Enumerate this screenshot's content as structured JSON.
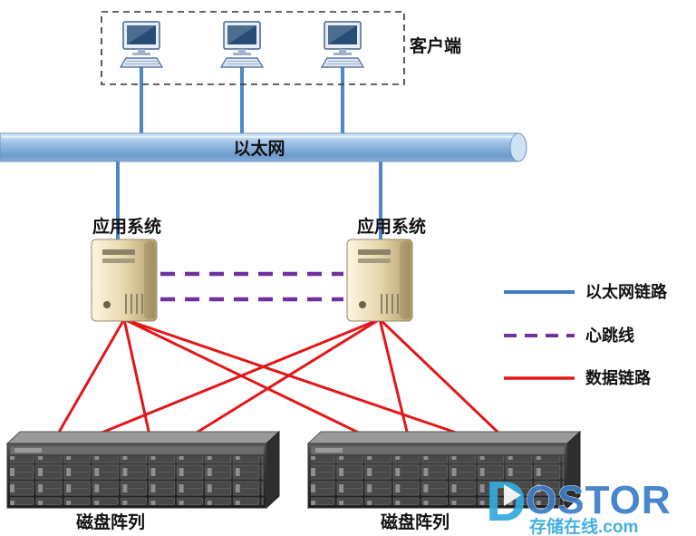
{
  "diagram": {
    "clients_label": "客户端",
    "ethernet_label": "以太网",
    "app_systems": [
      {
        "label": "应用系统"
      },
      {
        "label": "应用系统"
      }
    ],
    "disk_arrays": [
      {
        "label": "磁盘阵列"
      },
      {
        "label": "磁盘阵列"
      }
    ]
  },
  "legend": {
    "items": [
      {
        "label": "以太网链路",
        "style": "solid",
        "color": "#3f7cc0"
      },
      {
        "label": "心跳线",
        "style": "dashed",
        "color": "#7030a0"
      },
      {
        "label": "数据链路",
        "style": "solid",
        "color": "#e21717"
      }
    ]
  },
  "colors": {
    "ethernet_link": "#4d87c8",
    "heartbeat_link": "#7030a0",
    "data_link": "#e21717"
  },
  "watermark": {
    "brand_first": "D",
    "brand_rest": "OSTOR",
    "tagline": "存储在线.com"
  }
}
